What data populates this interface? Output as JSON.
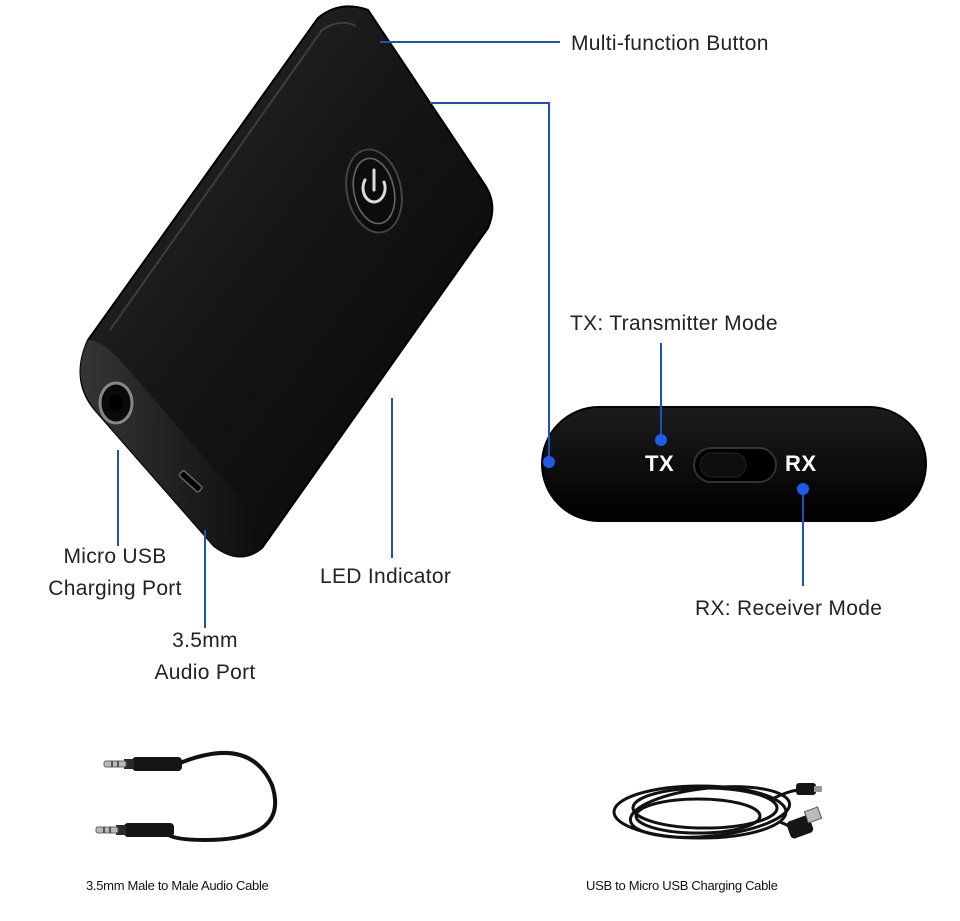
{
  "callouts": {
    "multi_function_button": "Multi-function Button",
    "tx_mode": "TX: Transmitter Mode",
    "rx_mode": "RX: Receiver Mode",
    "led_indicator": "LED Indicator",
    "micro_usb_line1": "Micro USB",
    "micro_usb_line2": "Charging Port",
    "audio_port_line1": "3.5mm",
    "audio_port_line2": "Audio Port"
  },
  "switch": {
    "tx": "TX",
    "rx": "RX"
  },
  "accessories": {
    "audio_cable": "3.5mm Male to Male Audio Cable",
    "usb_cable": "USB to  Micro USB Charging Cable"
  },
  "colors": {
    "callout_line": "#1f4fb8",
    "dot": "#1e5ce6",
    "device_body": "#151515"
  }
}
